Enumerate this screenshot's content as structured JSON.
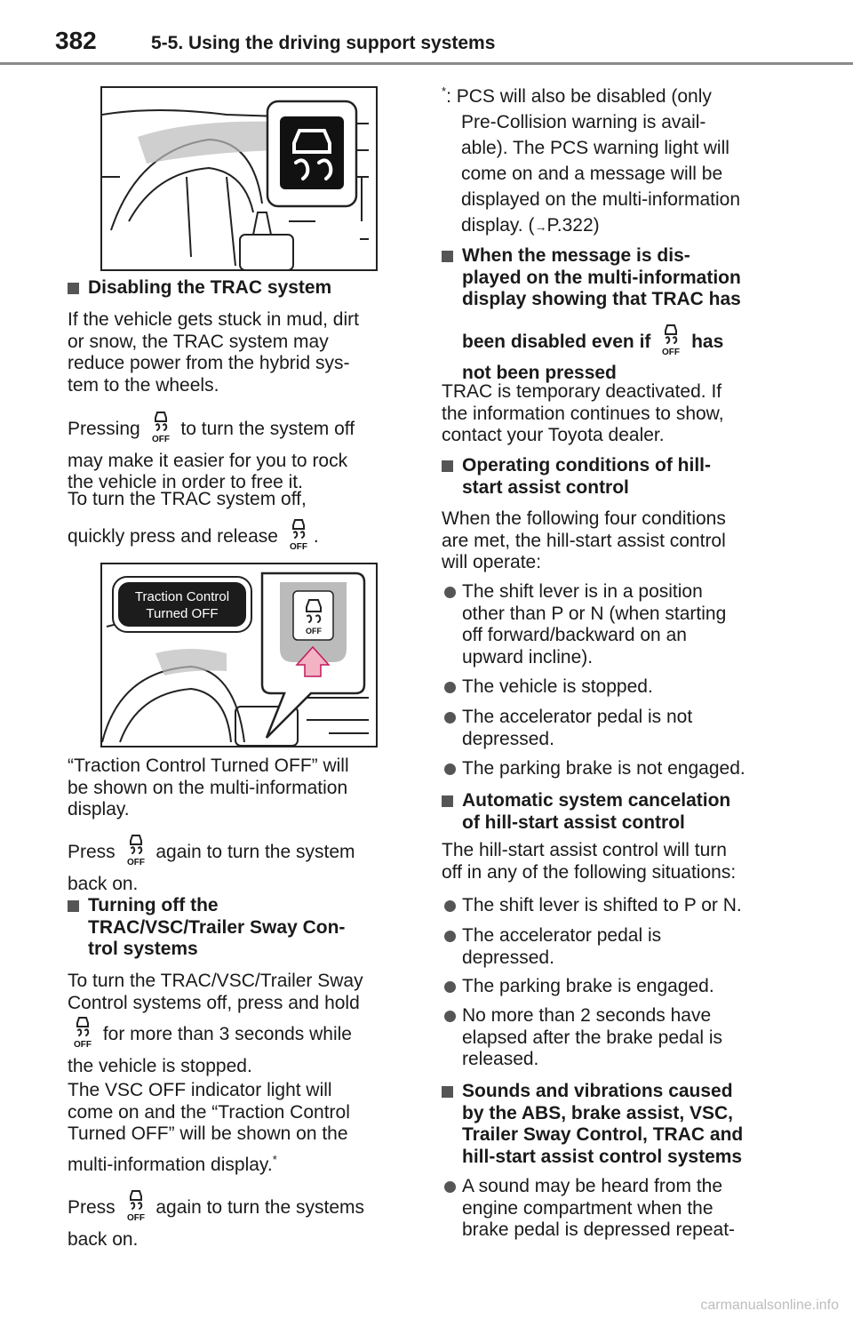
{
  "header": {
    "page_number": "382",
    "section": "5-5. Using the driving support systems"
  },
  "figure1": {
    "icon": "vsc-traction-icon"
  },
  "figure2": {
    "callout": [
      "Traction Control",
      "Turned OFF"
    ],
    "button_label": "OFF"
  },
  "icon_label": "OFF",
  "left": {
    "h1": "Disabling the TRAC system",
    "p1": [
      "If the vehicle gets stuck in mud, dirt",
      "or snow, the TRAC system may",
      "reduce power from the hybrid sys-",
      "tem to the wheels."
    ],
    "p2a": "Pressing",
    "p2b": "to turn the system off",
    "p2c": [
      "may make it easier for you to rock",
      "the vehicle in order to free it."
    ],
    "p3a": "To turn the TRAC system off,",
    "p3b": "quickly press and release",
    "p3c": ".",
    "p4": [
      "“Traction Control Turned OFF” will",
      "be shown on the multi-information",
      "display."
    ],
    "p5a": "Press",
    "p5b": "again to turn the system",
    "p5c": "back on.",
    "h2": [
      "Turning off the",
      "TRAC/VSC/Trailer Sway Con-",
      "trol systems"
    ],
    "p6": [
      "To turn the TRAC/VSC/Trailer Sway",
      "Control systems off, press and hold"
    ],
    "p6b": "for more than 3 seconds while",
    "p6c": "the vehicle is stopped.",
    "p7": [
      "The VSC OFF indicator light will",
      "come on and the “Traction Control",
      "Turned OFF” will be shown on the"
    ],
    "p7b": "multi-information display.",
    "p7star": "*",
    "p8a": "Press",
    "p8b": "again to turn the systems",
    "p8c": "back on."
  },
  "right": {
    "note_star": "*",
    "note": [
      ": PCS will also be disabled (only",
      "Pre-Collision warning is avail-",
      "able). The PCS warning light will",
      "come on and a message will be",
      "displayed on the multi-information"
    ],
    "note_last_a": "display. (",
    "note_arrow": "→",
    "note_last_b": "P.322)",
    "h3": [
      "When the message is dis-",
      "played on the multi-information",
      "display showing that TRAC has"
    ],
    "h3b": "been disabled even if",
    "h3c": "has",
    "h3d": "not been pressed",
    "p9": [
      "TRAC is temporary deactivated. If",
      "the information continues to show,",
      "contact your Toyota dealer."
    ],
    "h4": [
      "Operating conditions of hill-",
      "start assist control"
    ],
    "p10": [
      "When the following four conditions",
      "are met, the hill-start assist control",
      "will operate:"
    ],
    "b1": [
      "The shift lever is in a position",
      "other than P or N (when starting",
      "off forward/backward on an",
      "upward incline)."
    ],
    "b2": "The vehicle is stopped.",
    "b3": [
      "The accelerator pedal is not",
      "depressed."
    ],
    "b4": "The parking brake is not engaged.",
    "h5": [
      "Automatic system cancelation",
      "of hill-start assist control"
    ],
    "p11": [
      "The hill-start assist control will turn",
      "off in any of the following situations:"
    ],
    "b5": "The shift lever is shifted to P or N.",
    "b6": [
      "The accelerator pedal is",
      "depressed."
    ],
    "b7": "The parking brake is engaged.",
    "b8": [
      "No more than 2 seconds have",
      "elapsed after the brake pedal is",
      "released."
    ],
    "h6": [
      "Sounds and vibrations caused",
      "by the ABS, brake assist, VSC,",
      "Trailer Sway Control, TRAC and",
      "hill-start assist control systems"
    ],
    "b9": [
      "A sound may be heard from the",
      "engine compartment when the",
      "brake pedal is depressed repeat-"
    ]
  },
  "footer": "carmanualsonline.info"
}
